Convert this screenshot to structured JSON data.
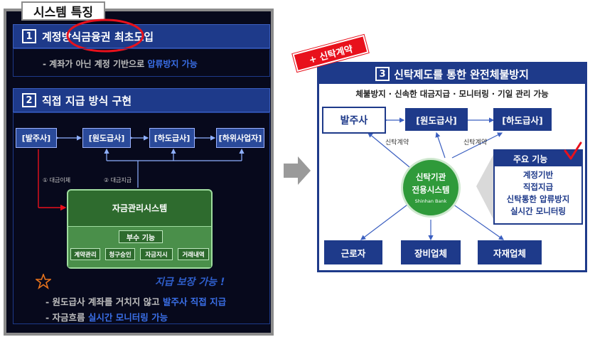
{
  "left": {
    "title": "시스템 특징",
    "section1": {
      "num": "1",
      "heading_pre": "계정방식 ",
      "heading_circled": "금융권 최초",
      "heading_post": " 도입",
      "note_pre": "- 계좌가 아닌 계정 기반으로 ",
      "note_hl": "압류방지 가능"
    },
    "section2": {
      "num": "2",
      "heading": "직접 지급 방식 구현",
      "flow": [
        "[발주사]",
        "[원도급사]",
        "[하도급사]",
        "[하위사업자]"
      ],
      "step1": "① 대금이체",
      "step2": "② 대금지급",
      "fund_system": "자금관리시스템",
      "sub_function": "부수 기능",
      "features": [
        "계약관리",
        "청구승인",
        "자금지시",
        "거래내역"
      ],
      "guarantee": "지급 보장 가능 !",
      "bullet1_pre": "- 원도급사 계좌를 거치지 않고 ",
      "bullet1_hl": "발주사 직접 지급",
      "bullet2_pre": "- 자금흐름 ",
      "bullet2_hl": "실시간 모니터링 가능"
    }
  },
  "stamp": "+ 신탁계약",
  "right": {
    "num": "3",
    "heading": "신탁제도를 통한 완전체불방지",
    "subtitle": "체불방지 · 신속한 대금지급 · 모니터링 · 기일 관리 가능",
    "ordering": "발주사",
    "prime": "[원도급사]",
    "sub": "[하도급사]",
    "trust_label_left": "신탁계약",
    "trust_label_right": "신탁계약",
    "center_line1": "신탁기관",
    "center_line2": "전용시스템",
    "center_brand": "Shinhan Bank",
    "bottom": [
      "근로자",
      "장비업체",
      "자재업체"
    ],
    "key_heading": "주요 기능",
    "key_items": [
      "계정기반",
      "직접지급",
      "신탁통한 압류방지",
      "실시간 모니터링"
    ]
  },
  "colors": {
    "navy": "#1e3a8a",
    "green": "#2f9a3a",
    "red": "#e8111c",
    "highlight_blue": "#3a6fe8"
  }
}
